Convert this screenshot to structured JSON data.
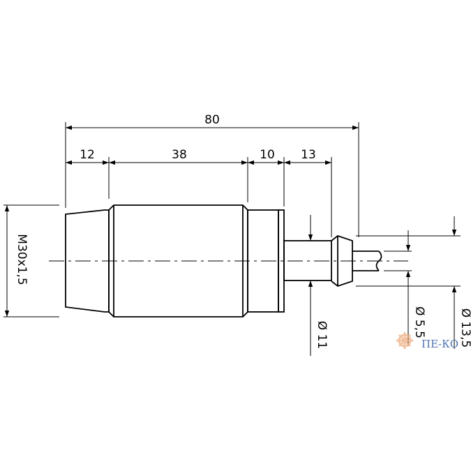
{
  "dimensions": {
    "total_length": "80",
    "thread_length_front": "12",
    "body_length": "38",
    "rear_length": "10",
    "cable_gland_length": "13",
    "thread_spec": "M30x1,5",
    "gland_diameter": "Ø 11",
    "cable_diameter": "Ø 5,5",
    "outer_gland_diameter": "Ø 13,5"
  },
  "watermark": {
    "brand": "ПЕ-КО"
  },
  "colors": {
    "line": "#000000",
    "watermark_gear": "#f0b48a",
    "watermark_text": "#1f4fa0"
  }
}
